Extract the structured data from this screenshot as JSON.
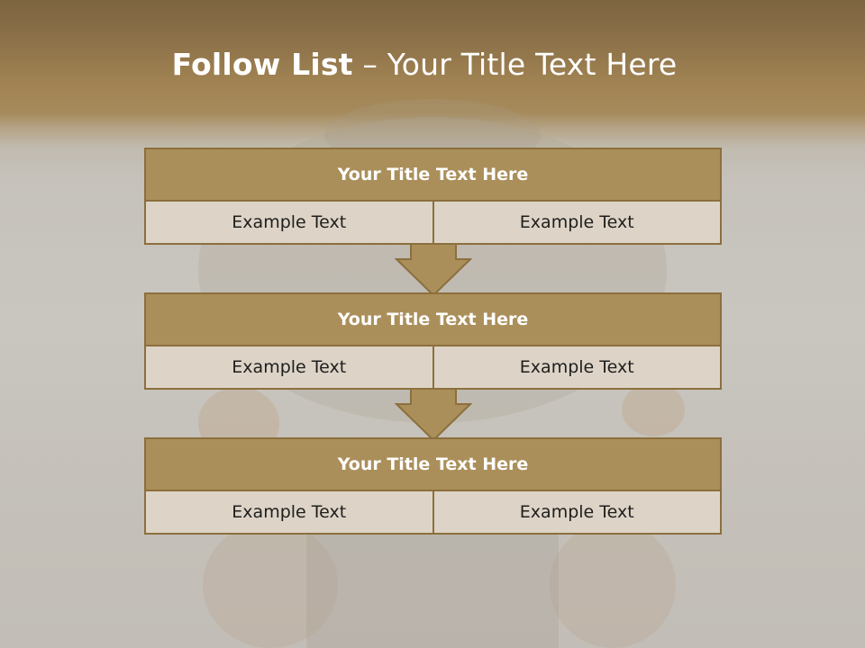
{
  "title": {
    "strong": "Follow List",
    "rest": " – Your Title Text Here"
  },
  "blocks": [
    {
      "title": "Your Title Text Here",
      "cells": [
        "Example Text",
        "Example Text"
      ]
    },
    {
      "title": "Your Title Text Here",
      "cells": [
        "Example Text",
        "Example Text"
      ]
    },
    {
      "title": "Your Title Text Here",
      "cells": [
        "Example Text",
        "Example Text"
      ]
    }
  ],
  "colors": {
    "header_fill": "#ab8f5a",
    "border": "#8c6f3e",
    "cell_fill": "#ddd4c7",
    "top_band": "#8c7149"
  }
}
